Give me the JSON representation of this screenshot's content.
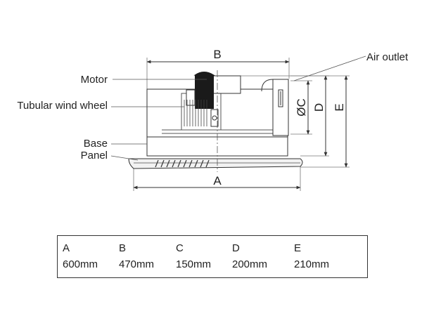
{
  "callouts": {
    "air_outlet": "Air outlet",
    "motor": "Motor",
    "wind_wheel": "Tubular wind wheel",
    "base": "Base",
    "panel": "Panel"
  },
  "dimension_letters": {
    "a": "A",
    "b": "B",
    "c": "ØC",
    "d": "D",
    "e": "E"
  },
  "dimension_table": {
    "columns": [
      {
        "letter": "A",
        "value": "600mm"
      },
      {
        "letter": "B",
        "value": "470mm"
      },
      {
        "letter": "C",
        "value": "150mm"
      },
      {
        "letter": "D",
        "value": "200mm"
      },
      {
        "letter": "E",
        "value": "210mm"
      }
    ]
  },
  "colors": {
    "line": "#333333",
    "motor_fill": "#1a1a1a",
    "panel_fill": "#f2f2f2"
  }
}
